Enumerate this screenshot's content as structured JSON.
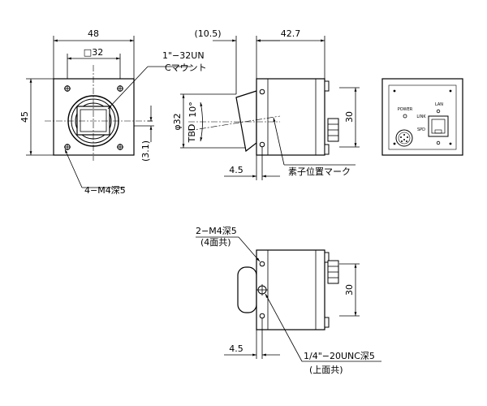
{
  "dimensions": {
    "front_width": "48",
    "front_height": "45",
    "square": "□32",
    "offset_31": "(3.1)",
    "side_105": "(10.5)",
    "side_427": "42.7",
    "side_30": "30",
    "side_45": "4.5",
    "diameter": "φ32",
    "tbd": "TBD",
    "angle": "10°",
    "bottom_45": "4.5",
    "bottom_30": "30"
  },
  "callouts": {
    "mount_line1": "1\"−32UN",
    "mount_line2": "Cマウント",
    "holes_front": "4−M4深5",
    "sensor": "素子位置マーク",
    "holes_side_line1": "2−M4深5",
    "holes_side_line2": "(4面共)",
    "tripod_line1": "1/4\"−20UNC深5",
    "tripod_line2": "(上面共)"
  },
  "rear_panel": {
    "power": "POWER",
    "link": "LINK",
    "spd": "SPD",
    "lan": "LAN"
  }
}
